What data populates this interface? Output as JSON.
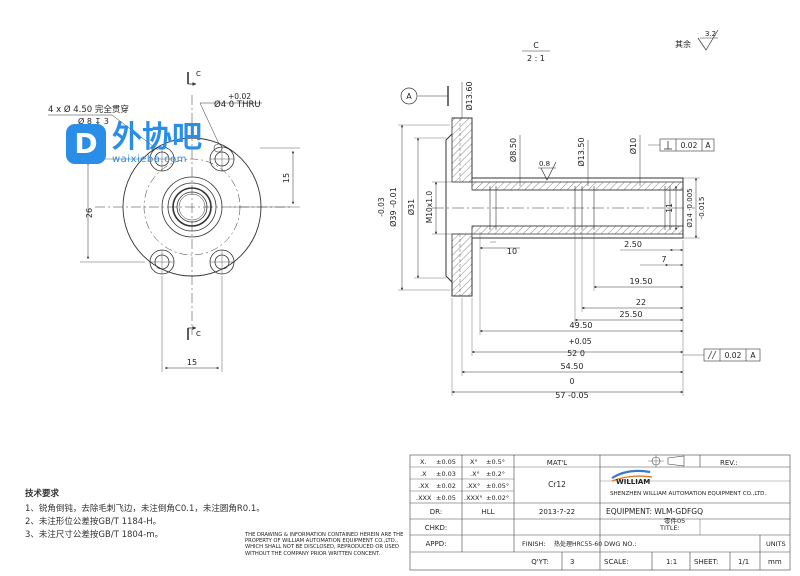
{
  "watermark": {
    "name": "外协吧",
    "url": "waixieba.com"
  },
  "section": {
    "letter": "C",
    "scale": "2 : 1",
    "cut_mark": "C"
  },
  "surface": {
    "rest_label": "其余",
    "rest_value": "3.2",
    "inner_value": "0.8"
  },
  "datum": {
    "label": "A"
  },
  "front_view": {
    "hole_callout": "4 x Ø 4.50 完全贯穿",
    "counterbore": "Ø 8 ↧ 3",
    "thru_hole": "Ø4 0  THRU",
    "thru_tol": "+0.02",
    "dim_26": "26",
    "dim_15_vert": "15",
    "dim_15_horiz": "15"
  },
  "section_view": {
    "d1360": "Ø13.60",
    "d850": "Ø8.50",
    "d1350": "Ø13.50",
    "d10": "Ø10",
    "d31": "Ø31",
    "d39": "Ø39 -0.01",
    "d39_tol": "-0.03",
    "thread": "M10x1.0",
    "d14": "Ø14 -0.005",
    "d14_tol": "-0.015",
    "d11": "11",
    "dim_10": "10",
    "dim_250": "2.50",
    "dim_7": "7",
    "dim_1950": "19.50",
    "dim_22": "22",
    "dim_2550": "25.50",
    "dim_4950": "49.50",
    "dim_52": "52  0",
    "dim_52_tol": "+0.05",
    "dim_5450": "54.50",
    "dim_57": "57 -0.05",
    "dim_57_tol": "0",
    "perp_tol": "0.02",
    "par_tol": "0.02"
  },
  "notes": {
    "title": "技术要求",
    "lines": [
      "1、锐角倒钝，去除毛刺飞边，未注倒角C0.1，未注圆角R0.1。",
      "2、未注形位公差按GB/T 1184-H。",
      "3、未注尺寸公差按GB/T 1804-m。"
    ]
  },
  "disclaimer": "THE DRAWING & INFORMATION CONTAINED HEREIN ARE THE PROPERTY OF WILLIAM AUTOMATION EQUIPMENT CO.,LTD., WHICH SHALL NOT BE DISCLOSED, REPRODUCED OR USED WITHOUT THE COMPANY PRIOR WRITTEN CONCENT.",
  "title_block": {
    "tolerances": [
      [
        "X.",
        "±0.05",
        "X°",
        "±0.5°"
      ],
      [
        ".X",
        "±0.03",
        ".X°",
        "±0.2°"
      ],
      [
        ".XX",
        "±0.02",
        ".XX°",
        "±0.05°"
      ],
      [
        ".XXX",
        "±0.05",
        ".XXX°",
        "±0.02°"
      ]
    ],
    "matl_label": "MAT'L",
    "matl_value": "Cr12",
    "rev_label": "REV.:",
    "company_logo": "WILLIAM",
    "company_name": "SHENZHEN WILLIAM AUTOMATION EQUIPMENT CO.,LTD.",
    "dr_label": "DR:",
    "dr_value": "HLL",
    "date": "2013-7-22",
    "equipment": "EQUIPMENT: WLM-GDFGQ",
    "chkd_label": "CHKD:",
    "title_label": "TITLE:",
    "title_value": "零件05",
    "appd_label": "APPD:",
    "finish_label": "FINISH:",
    "finish_value": "热处理HRC55-60",
    "dwg_label": "DWG NO.:",
    "units_label": "UNITS",
    "qty_label": "Q'YT:",
    "qty_value": "3",
    "scale_label": "SCALE:",
    "scale_value": "1:1",
    "sheet_label": "SHEET:",
    "sheet_value": "1/1",
    "units_value": "mm"
  }
}
